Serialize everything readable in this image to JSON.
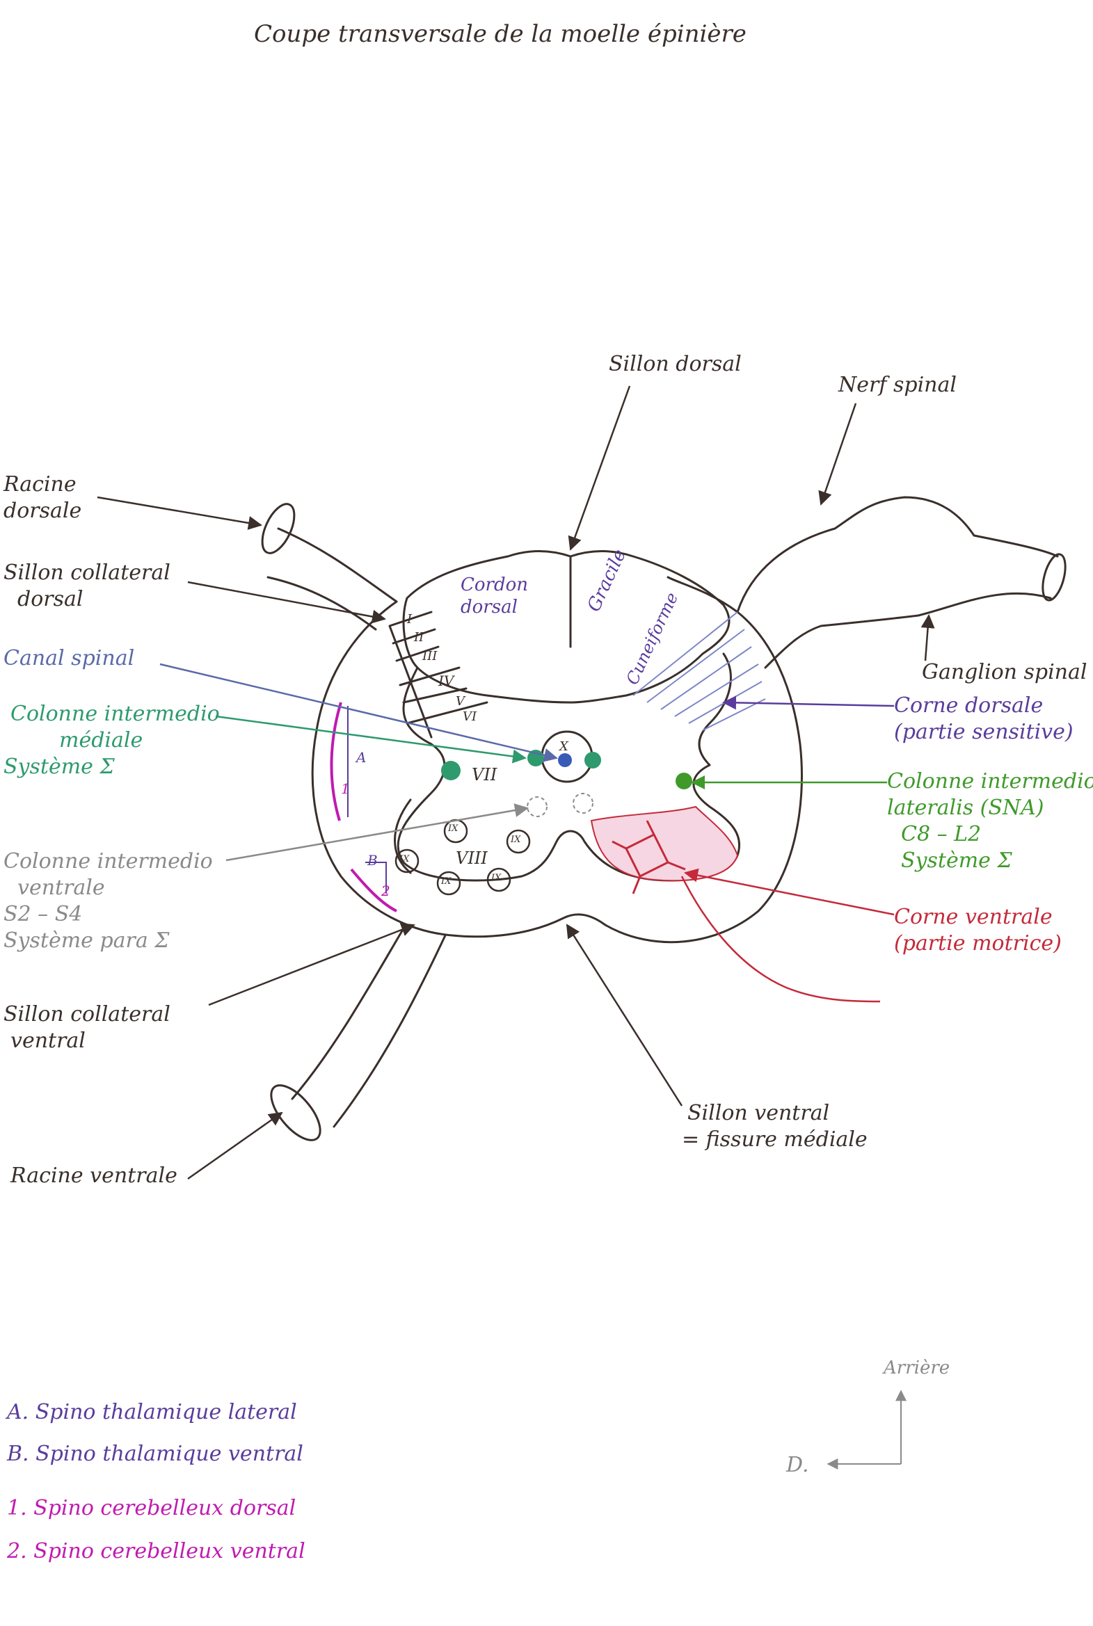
{
  "title": "Coupe transversale de la moelle épinière",
  "colors": {
    "outline": "#3a2f2b",
    "blue": "#5a6aa8",
    "teal": "#2e9a6e",
    "green": "#3f9a2a",
    "grey": "#8a8a8a",
    "red": "#c42a3a",
    "purple": "#5a3c9c",
    "magenta": "#c01ab0",
    "pink_fill": "#f6d6e2",
    "blue_hatch": "#7d86c8"
  },
  "labels": {
    "sillon_dorsal": "Sillon dorsal",
    "nerf_spinal": "Nerf spinal",
    "racine_dorsale": [
      "Racine",
      "dorsale"
    ],
    "sillon_collateral_dorsal": [
      "Sillon collateral",
      "dorsal"
    ],
    "canal_spinal": "Canal spinal",
    "colonne_intermedio_mediale": [
      "Colonne intermedio",
      "médiale",
      "Système Σ"
    ],
    "colonne_intermedio_ventrale": [
      "Colonne intermedio",
      "ventrale",
      "S2 – S4",
      "Système para Σ"
    ],
    "sillon_collateral_ventral": [
      "Sillon collateral",
      "ventral"
    ],
    "racine_ventrale": "Racine ventrale",
    "sillon_ventral": [
      "Sillon ventral",
      "= fissure médiale"
    ],
    "ganglion_spinal": "Ganglion spinal",
    "corne_dorsale": [
      "Corne dorsale",
      "(partie sensitive)"
    ],
    "colonne_intermedio_lateralis": [
      "Colonne intermedio",
      "lateralis (SNA)",
      "C8 – L2",
      "Système Σ"
    ],
    "corne_ventrale": [
      "Corne ventrale",
      "(partie motrice)"
    ]
  },
  "inner_labels": {
    "cordon_dorsal": [
      "Cordon",
      "dorsal"
    ],
    "gracile": "Gracile",
    "cuneiforme": "Cuneiforme",
    "laminae": [
      "I",
      "II",
      "III",
      "IV",
      "V",
      "VI"
    ],
    "lamina_vii": "VII",
    "lamina_viii": "VIII",
    "lamina_ix": "IX",
    "lamina_x": "X",
    "tract_a": "A",
    "tract_b": "B",
    "tract_1": "1",
    "tract_2": "2"
  },
  "legend": {
    "a": "A. Spino thalamique lateral",
    "b": "B. Spino thalamique ventral",
    "one": "1. Spino cerebelleux dorsal",
    "two": "2. Spino cerebelleux ventral"
  },
  "orientation": {
    "up": "Arrière",
    "left": "D."
  }
}
